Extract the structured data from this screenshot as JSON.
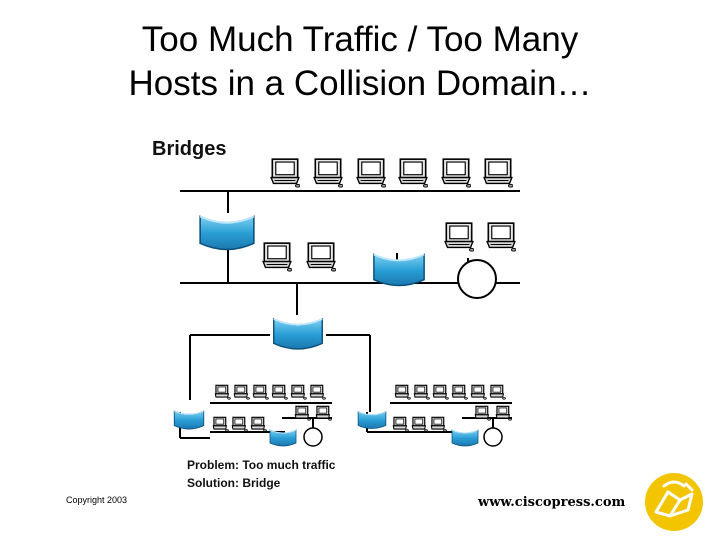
{
  "title": {
    "line1": "Too Much Traffic / Too Many",
    "line2": "Hosts in a Collision Domain…"
  },
  "diagram": {
    "heading": "Bridges",
    "caption_problem": "Problem: Too much traffic",
    "caption_solution": "Solution: Bridge"
  },
  "footer": {
    "copyright": "Copyright 2003",
    "url": "www.ciscopress.com"
  },
  "colors": {
    "bridge": "#2a9fd6",
    "logo": "#f2c500"
  }
}
